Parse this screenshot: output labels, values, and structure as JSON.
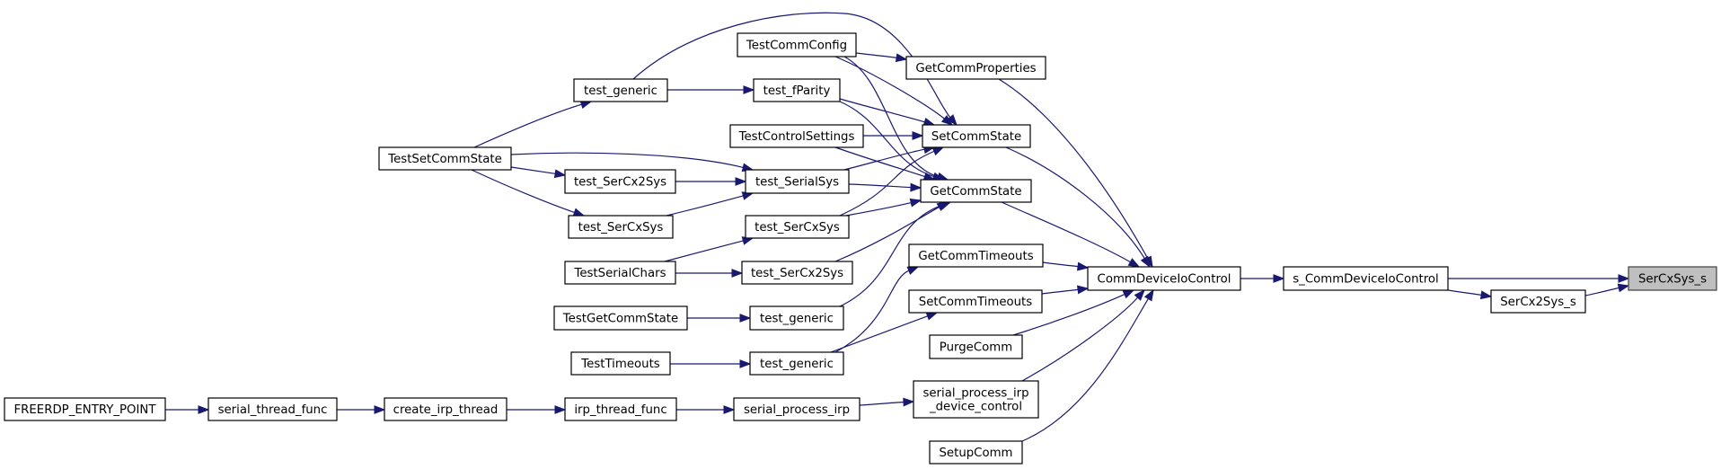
{
  "title": "SerCxSys_s caller graph",
  "colors": {
    "edge": "#191970",
    "node_border": "#000000",
    "node_fill": "#ffffff",
    "highlight_fill": "#bfbfbf"
  },
  "nodes": [
    {
      "id": "SerCxSys_s",
      "label": [
        "SerCxSys_s"
      ],
      "highlight": true
    },
    {
      "id": "SerCx2Sys_s",
      "label": [
        "SerCx2Sys_s"
      ]
    },
    {
      "id": "s_CommDeviceIoControl",
      "label": [
        "s_CommDeviceIoControl"
      ]
    },
    {
      "id": "CommDeviceIoControl",
      "label": [
        "CommDeviceIoControl"
      ]
    },
    {
      "id": "GetCommProperties",
      "label": [
        "GetCommProperties"
      ]
    },
    {
      "id": "SetCommState",
      "label": [
        "SetCommState"
      ]
    },
    {
      "id": "GetCommState",
      "label": [
        "GetCommState"
      ]
    },
    {
      "id": "GetCommTimeouts",
      "label": [
        "GetCommTimeouts"
      ]
    },
    {
      "id": "SetCommTimeouts",
      "label": [
        "SetCommTimeouts"
      ]
    },
    {
      "id": "PurgeComm",
      "label": [
        "PurgeComm"
      ]
    },
    {
      "id": "serial_process_irp_device_control",
      "label": [
        "serial_process_irp",
        "_device_control"
      ]
    },
    {
      "id": "SetupComm",
      "label": [
        "SetupComm"
      ]
    },
    {
      "id": "TestCommConfig",
      "label": [
        "TestCommConfig"
      ]
    },
    {
      "id": "test_fParity",
      "label": [
        "test_fParity"
      ]
    },
    {
      "id": "TestControlSettings",
      "label": [
        "TestControlSettings"
      ]
    },
    {
      "id": "test_SerialSys",
      "label": [
        "test_SerialSys"
      ]
    },
    {
      "id": "test_SerCxSys_b",
      "label": [
        "test_SerCxSys"
      ]
    },
    {
      "id": "test_SerCx2Sys_b",
      "label": [
        "test_SerCx2Sys"
      ]
    },
    {
      "id": "test_generic_b",
      "label": [
        "test_generic"
      ]
    },
    {
      "id": "test_generic_c",
      "label": [
        "test_generic"
      ]
    },
    {
      "id": "serial_process_irp",
      "label": [
        "serial_process_irp"
      ]
    },
    {
      "id": "test_generic_a",
      "label": [
        "test_generic"
      ]
    },
    {
      "id": "test_SerCx2Sys_a",
      "label": [
        "test_SerCx2Sys"
      ]
    },
    {
      "id": "test_SerCxSys_a",
      "label": [
        "test_SerCxSys"
      ]
    },
    {
      "id": "TestSerialChars",
      "label": [
        "TestSerialChars"
      ]
    },
    {
      "id": "TestGetCommState",
      "label": [
        "TestGetCommState"
      ]
    },
    {
      "id": "TestTimeouts",
      "label": [
        "TestTimeouts"
      ]
    },
    {
      "id": "irp_thread_func",
      "label": [
        "irp_thread_func"
      ]
    },
    {
      "id": "TestSetCommState",
      "label": [
        "TestSetCommState"
      ]
    },
    {
      "id": "create_irp_thread",
      "label": [
        "create_irp_thread"
      ]
    },
    {
      "id": "serial_thread_func",
      "label": [
        "serial_thread_func"
      ]
    },
    {
      "id": "FREERDP_ENTRY_POINT",
      "label": [
        "FREERDP_ENTRY_POINT"
      ]
    }
  ],
  "edges": [
    {
      "from": "s_CommDeviceIoControl",
      "to": "SerCxSys_s"
    },
    {
      "from": "SerCx2Sys_s",
      "to": "SerCxSys_s"
    },
    {
      "from": "s_CommDeviceIoControl",
      "to": "SerCx2Sys_s"
    },
    {
      "from": "CommDeviceIoControl",
      "to": "s_CommDeviceIoControl"
    },
    {
      "from": "GetCommProperties",
      "to": "CommDeviceIoControl"
    },
    {
      "from": "SetCommState",
      "to": "CommDeviceIoControl"
    },
    {
      "from": "GetCommState",
      "to": "CommDeviceIoControl"
    },
    {
      "from": "GetCommTimeouts",
      "to": "CommDeviceIoControl"
    },
    {
      "from": "SetCommTimeouts",
      "to": "CommDeviceIoControl"
    },
    {
      "from": "PurgeComm",
      "to": "CommDeviceIoControl"
    },
    {
      "from": "serial_process_irp_device_control",
      "to": "CommDeviceIoControl"
    },
    {
      "from": "SetupComm",
      "to": "CommDeviceIoControl"
    },
    {
      "from": "TestCommConfig",
      "to": "GetCommProperties"
    },
    {
      "from": "TestCommConfig",
      "to": "SetCommState"
    },
    {
      "from": "TestCommConfig",
      "to": "GetCommState"
    },
    {
      "from": "test_generic_a",
      "to": "SetCommState"
    },
    {
      "from": "test_fParity",
      "to": "SetCommState"
    },
    {
      "from": "test_fParity",
      "to": "GetCommState"
    },
    {
      "from": "TestControlSettings",
      "to": "SetCommState"
    },
    {
      "from": "TestControlSettings",
      "to": "GetCommState"
    },
    {
      "from": "test_SerialSys",
      "to": "SetCommState"
    },
    {
      "from": "test_SerialSys",
      "to": "GetCommState"
    },
    {
      "from": "test_SerCxSys_b",
      "to": "SetCommState"
    },
    {
      "from": "test_SerCxSys_b",
      "to": "GetCommState"
    },
    {
      "from": "test_SerCx2Sys_b",
      "to": "GetCommState"
    },
    {
      "from": "test_generic_b",
      "to": "GetCommState"
    },
    {
      "from": "test_generic_c",
      "to": "GetCommTimeouts"
    },
    {
      "from": "test_generic_c",
      "to": "SetCommTimeouts"
    },
    {
      "from": "serial_process_irp",
      "to": "serial_process_irp_device_control"
    },
    {
      "from": "test_generic_a",
      "to": "test_fParity"
    },
    {
      "from": "test_SerCx2Sys_a",
      "to": "test_SerialSys"
    },
    {
      "from": "test_SerCxSys_a",
      "to": "test_SerialSys"
    },
    {
      "from": "TestSetCommState",
      "to": "test_SerialSys"
    },
    {
      "from": "TestSerialChars",
      "to": "test_SerCxSys_b"
    },
    {
      "from": "TestSerialChars",
      "to": "test_SerCx2Sys_b"
    },
    {
      "from": "TestGetCommState",
      "to": "test_generic_b"
    },
    {
      "from": "TestTimeouts",
      "to": "test_generic_c"
    },
    {
      "from": "irp_thread_func",
      "to": "serial_process_irp"
    },
    {
      "from": "TestSetCommState",
      "to": "test_generic_a"
    },
    {
      "from": "TestSetCommState",
      "to": "test_SerCx2Sys_a"
    },
    {
      "from": "TestSetCommState",
      "to": "test_SerCxSys_a"
    },
    {
      "from": "create_irp_thread",
      "to": "irp_thread_func"
    },
    {
      "from": "serial_thread_func",
      "to": "create_irp_thread"
    },
    {
      "from": "FREERDP_ENTRY_POINT",
      "to": "serial_thread_func"
    }
  ]
}
